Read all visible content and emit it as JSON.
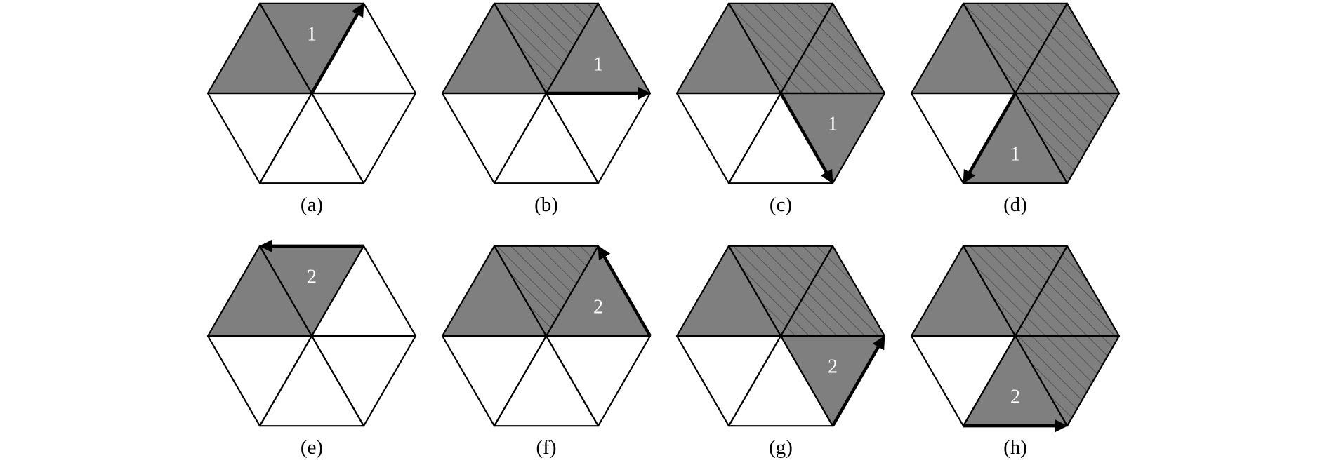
{
  "colors": {
    "shaded": "#7f7f7f",
    "hatch_line": "#3a3a3a",
    "outline": "#000000",
    "label_text": "#ffffff"
  },
  "panels": [
    {
      "caption": "(a)",
      "label": "1",
      "active": 0,
      "hatched": [],
      "arrow": "center-to-top-right"
    },
    {
      "caption": "(b)",
      "label": "1",
      "active": 1,
      "hatched": [
        0
      ],
      "arrow": "center-to-right"
    },
    {
      "caption": "(c)",
      "label": "1",
      "active": 2,
      "hatched": [
        0,
        1
      ],
      "arrow": "center-to-bottom-right"
    },
    {
      "caption": "(d)",
      "label": "1",
      "active": 3,
      "hatched": [
        0,
        1,
        2
      ],
      "arrow": "center-to-bottom-left"
    },
    {
      "caption": "(e)",
      "label": "2",
      "active": 0,
      "hatched": [],
      "arrow": "top-right-to-top-left"
    },
    {
      "caption": "(f)",
      "label": "2",
      "active": 1,
      "hatched": [
        0
      ],
      "arrow": "right-to-top-right"
    },
    {
      "caption": "(g)",
      "label": "2",
      "active": 2,
      "hatched": [
        0,
        1
      ],
      "arrow": "bottom-right-to-right"
    },
    {
      "caption": "(h)",
      "label": "2",
      "active": 3,
      "hatched": [
        0,
        1,
        2
      ],
      "arrow": "bottom-left-to-bottom-right"
    }
  ]
}
